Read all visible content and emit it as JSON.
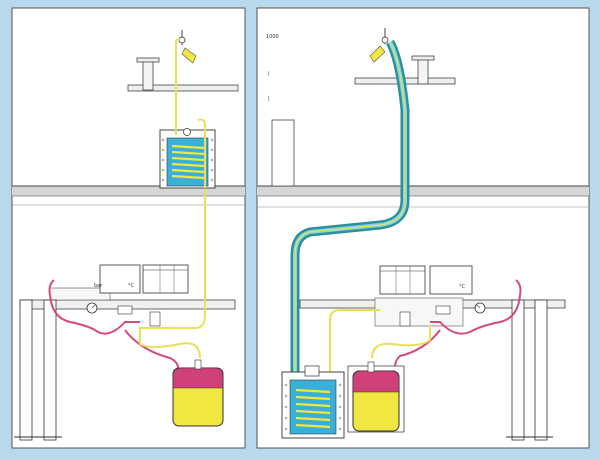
{
  "left_panel": {
    "gauge_unit": "°C",
    "pressure_unit": "bar"
  },
  "right_panel": {
    "side_marks": [
      "1000",
      "|",
      "|"
    ],
    "gauge_unit": "°C"
  },
  "colors": {
    "background": "#b8d8ec",
    "paper": "#ffffff",
    "cold_bath": "#3ab0d8",
    "liquid_tank": "#f2e640",
    "gas_headspace": "#d2407a",
    "pressure_line": "#d44a7c",
    "liquid_line": "#e8e05a",
    "insulated_line": "#2f8f9a",
    "floor": "#cfcfcf"
  }
}
